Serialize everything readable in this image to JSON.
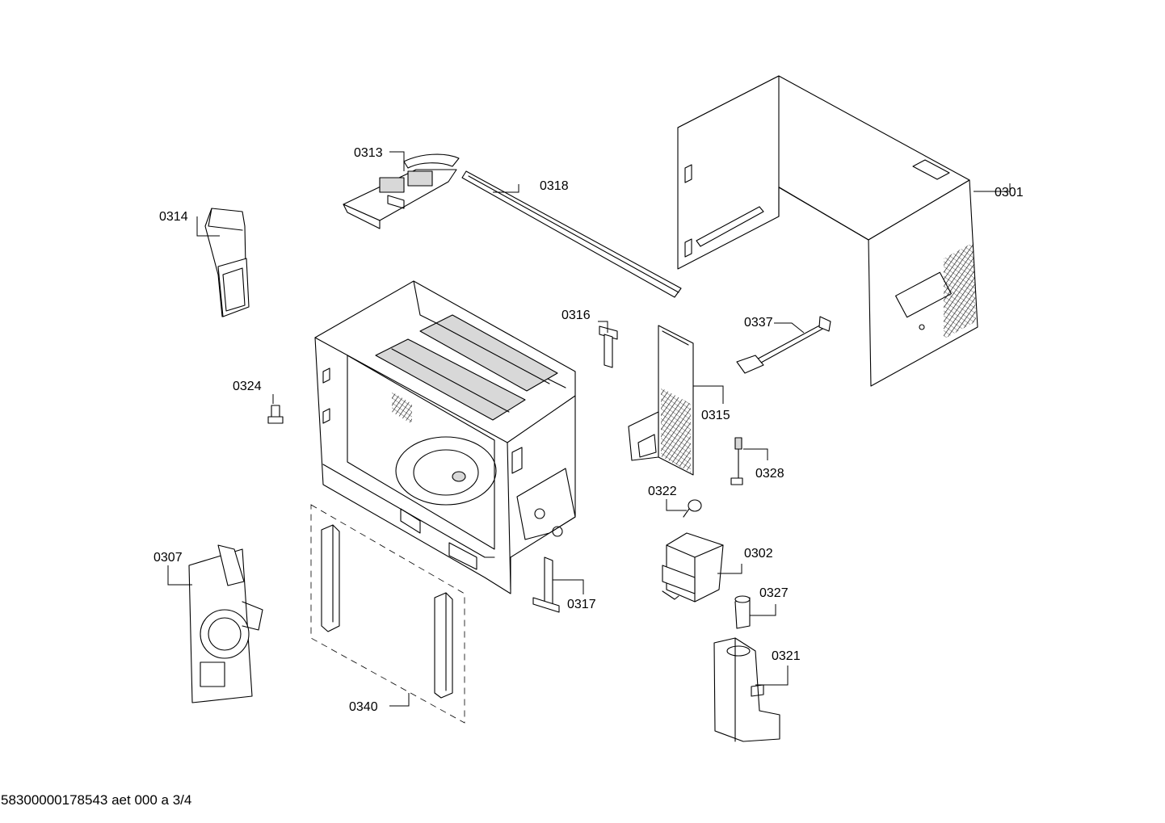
{
  "parts": [
    {
      "id": "p0301",
      "label": "0301"
    },
    {
      "id": "p0302",
      "label": "0302"
    },
    {
      "id": "p0307",
      "label": "0307"
    },
    {
      "id": "p0313",
      "label": "0313"
    },
    {
      "id": "p0314",
      "label": "0314"
    },
    {
      "id": "p0315",
      "label": "0315"
    },
    {
      "id": "p0316",
      "label": "0316"
    },
    {
      "id": "p0317",
      "label": "0317"
    },
    {
      "id": "p0318",
      "label": "0318"
    },
    {
      "id": "p0321",
      "label": "0321"
    },
    {
      "id": "p0322",
      "label": "0322"
    },
    {
      "id": "p0324",
      "label": "0324"
    },
    {
      "id": "p0327",
      "label": "0327"
    },
    {
      "id": "p0328",
      "label": "0328"
    },
    {
      "id": "p0337",
      "label": "0337"
    },
    {
      "id": "p0340",
      "label": "0340"
    }
  ],
  "footer": "58300000178543 aet 000 a 3/4"
}
